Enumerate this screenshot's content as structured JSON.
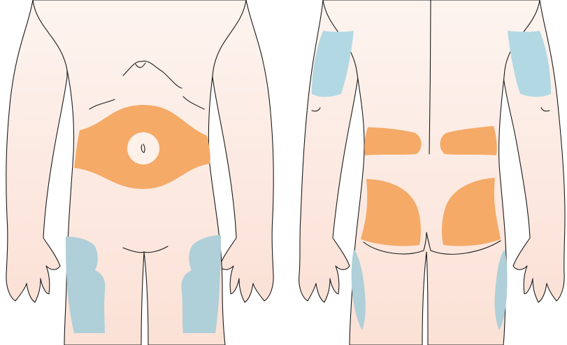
{
  "colors": {
    "skin_top": "#fdf4ef",
    "skin_bottom": "#fbe1d6",
    "abdomen_zone": "#f5aa68",
    "buttock_zone": "#f5aa68",
    "upper_arm_zone": "#b2d8e3",
    "thigh_zone": "#afcfd9",
    "outline": "#1a1a1a"
  },
  "views": [
    {
      "view": "front",
      "injection_sites": [
        "abdomen",
        "left-thigh",
        "right-thigh"
      ]
    },
    {
      "view": "back",
      "injection_sites": [
        "left-upper-arm",
        "right-upper-arm",
        "left-upper-buttock",
        "right-upper-buttock",
        "left-buttock",
        "right-buttock",
        "left-back-thigh",
        "right-back-thigh"
      ]
    }
  ]
}
